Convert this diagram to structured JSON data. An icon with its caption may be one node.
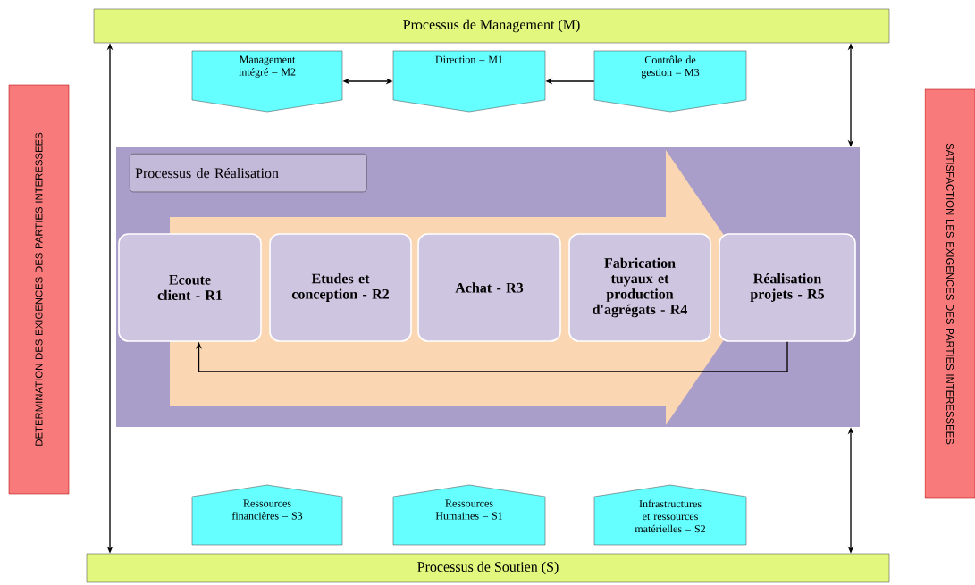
{
  "diagram": {
    "nodes": [
      {
        "text": [
          "Processus de Management (M)"
        ]
      },
      {
        "text": [
          "Management intégré – M2"
        ]
      },
      {
        "text": [
          "Direction – M1"
        ]
      },
      {
        "text": [
          "Contrôle de gestion – M3"
        ]
      },
      {
        "text": [
          "Processus de Réalisation"
        ]
      },
      {
        "text": [
          "Ecoute client - R1"
        ],
        "in": 4
      },
      {
        "text": [
          "Etudes et conception - R2"
        ],
        "in": 4
      },
      {
        "text": [
          "Achat - R3"
        ],
        "in": 4
      },
      {
        "text": [
          "Fabrication tuyaux et production d'agrégats - R4"
        ],
        "in": 4
      },
      {
        "text": [
          "Réalisation projets - R5"
        ],
        "in": 4
      },
      {
        "text": [
          "Ressources financières – S3"
        ]
      },
      {
        "text": [
          "Ressources Humaines – S1"
        ]
      },
      {
        "text": [
          "Infrastructures et ressources matérielles – S2"
        ]
      },
      {
        "text": [
          "Processus de Soutien (S)"
        ]
      },
      {
        "text": [
          "DETERMINATION DES EXIGENCES DES PARTIES INTERESSEES"
        ]
      },
      {
        "text": [
          "SATISFACTION LES EXIGENCES DES PARTIES INTERESSEES"
        ]
      }
    ],
    "edges": [
      {
        "from": 1,
        "to": 2,
        "arrow": "both"
      },
      {
        "from": 3,
        "to": 2,
        "arrow": "to"
      },
      {
        "from": 0,
        "to": 13,
        "arrow": "both"
      },
      {
        "from": 0,
        "to": 4,
        "arrow": "both"
      },
      {
        "from": 4,
        "to": 13,
        "arrow": "both"
      },
      {
        "from": 9,
        "to": 5,
        "arrow": "to"
      }
    ]
  }
}
